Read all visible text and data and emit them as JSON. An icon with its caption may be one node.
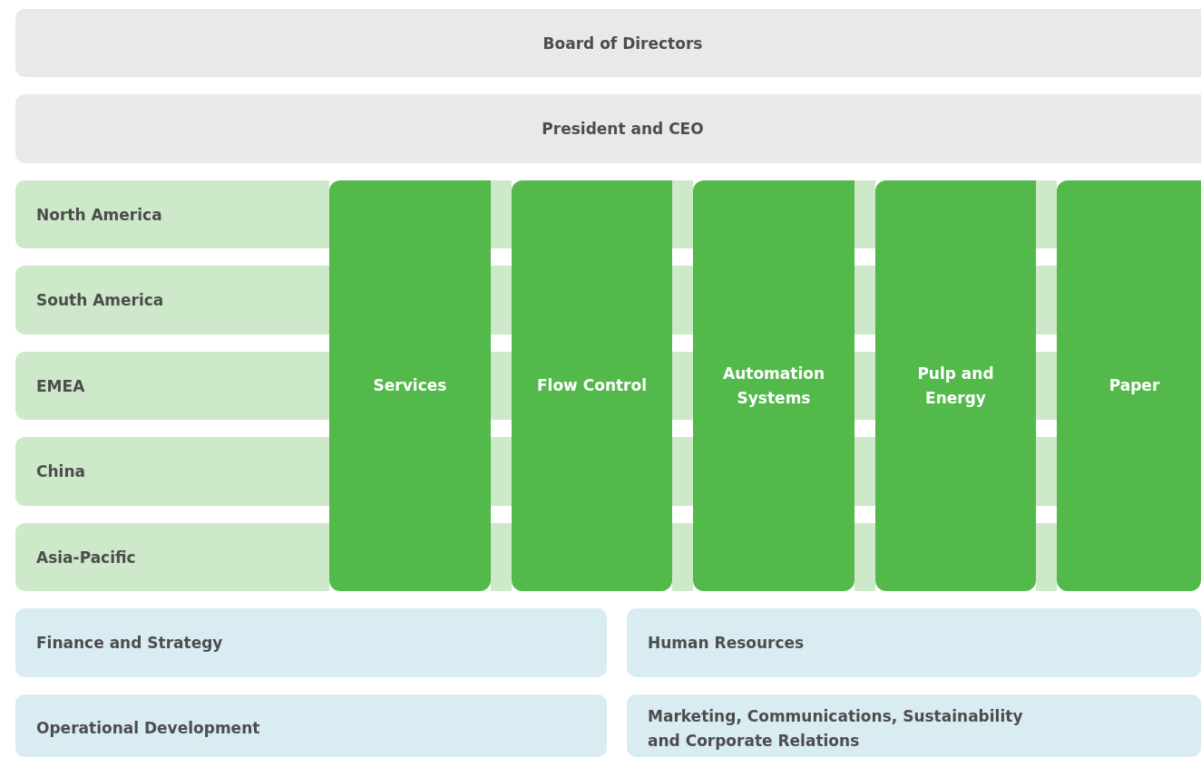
{
  "diagram": {
    "nodes": [
      {
        "text": [
          "Board of Directors"
        ]
      },
      {
        "text": [
          "President and CEO"
        ]
      },
      {
        "text": [
          "North America"
        ]
      },
      {
        "text": [
          "South America"
        ]
      },
      {
        "text": [
          "EMEA"
        ]
      },
      {
        "text": [
          "China"
        ]
      },
      {
        "text": [
          "Asia-Pacific"
        ]
      },
      {
        "text": [
          "Services"
        ]
      },
      {
        "text": [
          "Flow Control"
        ]
      },
      {
        "text": [
          "Automation Systems"
        ]
      },
      {
        "text": [
          "Pulp and Energy"
        ]
      },
      {
        "text": [
          "Paper"
        ]
      },
      {
        "text": [
          "Finance and Strategy"
        ]
      },
      {
        "text": [
          "Human Resources"
        ]
      },
      {
        "text": [
          "Operational Development"
        ]
      },
      {
        "text": [
          "Marketing, Communications, Sustainability and Corporate Relations"
        ]
      }
    ]
  }
}
